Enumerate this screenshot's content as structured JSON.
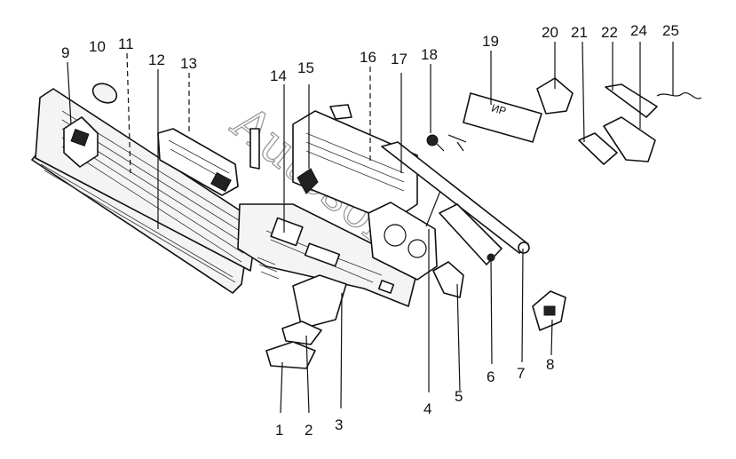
{
  "watermark": {
    "text": "Autosoft"
  },
  "callouts": [
    {
      "label": "1"
    },
    {
      "label": "2"
    },
    {
      "label": "3"
    },
    {
      "label": "4"
    },
    {
      "label": "5"
    },
    {
      "label": "6"
    },
    {
      "label": "7"
    },
    {
      "label": "8"
    },
    {
      "label": "9"
    },
    {
      "label": "10"
    },
    {
      "label": "11"
    },
    {
      "label": "12"
    },
    {
      "label": "13"
    },
    {
      "label": "14"
    },
    {
      "label": "15"
    },
    {
      "label": "16"
    },
    {
      "label": "17"
    },
    {
      "label": "18"
    },
    {
      "label": "19"
    },
    {
      "label": "20"
    },
    {
      "label": "21"
    },
    {
      "label": "22"
    },
    {
      "label": "24"
    },
    {
      "label": "25"
    }
  ],
  "part_text": {
    "panel_19_inscription": "ИР"
  }
}
